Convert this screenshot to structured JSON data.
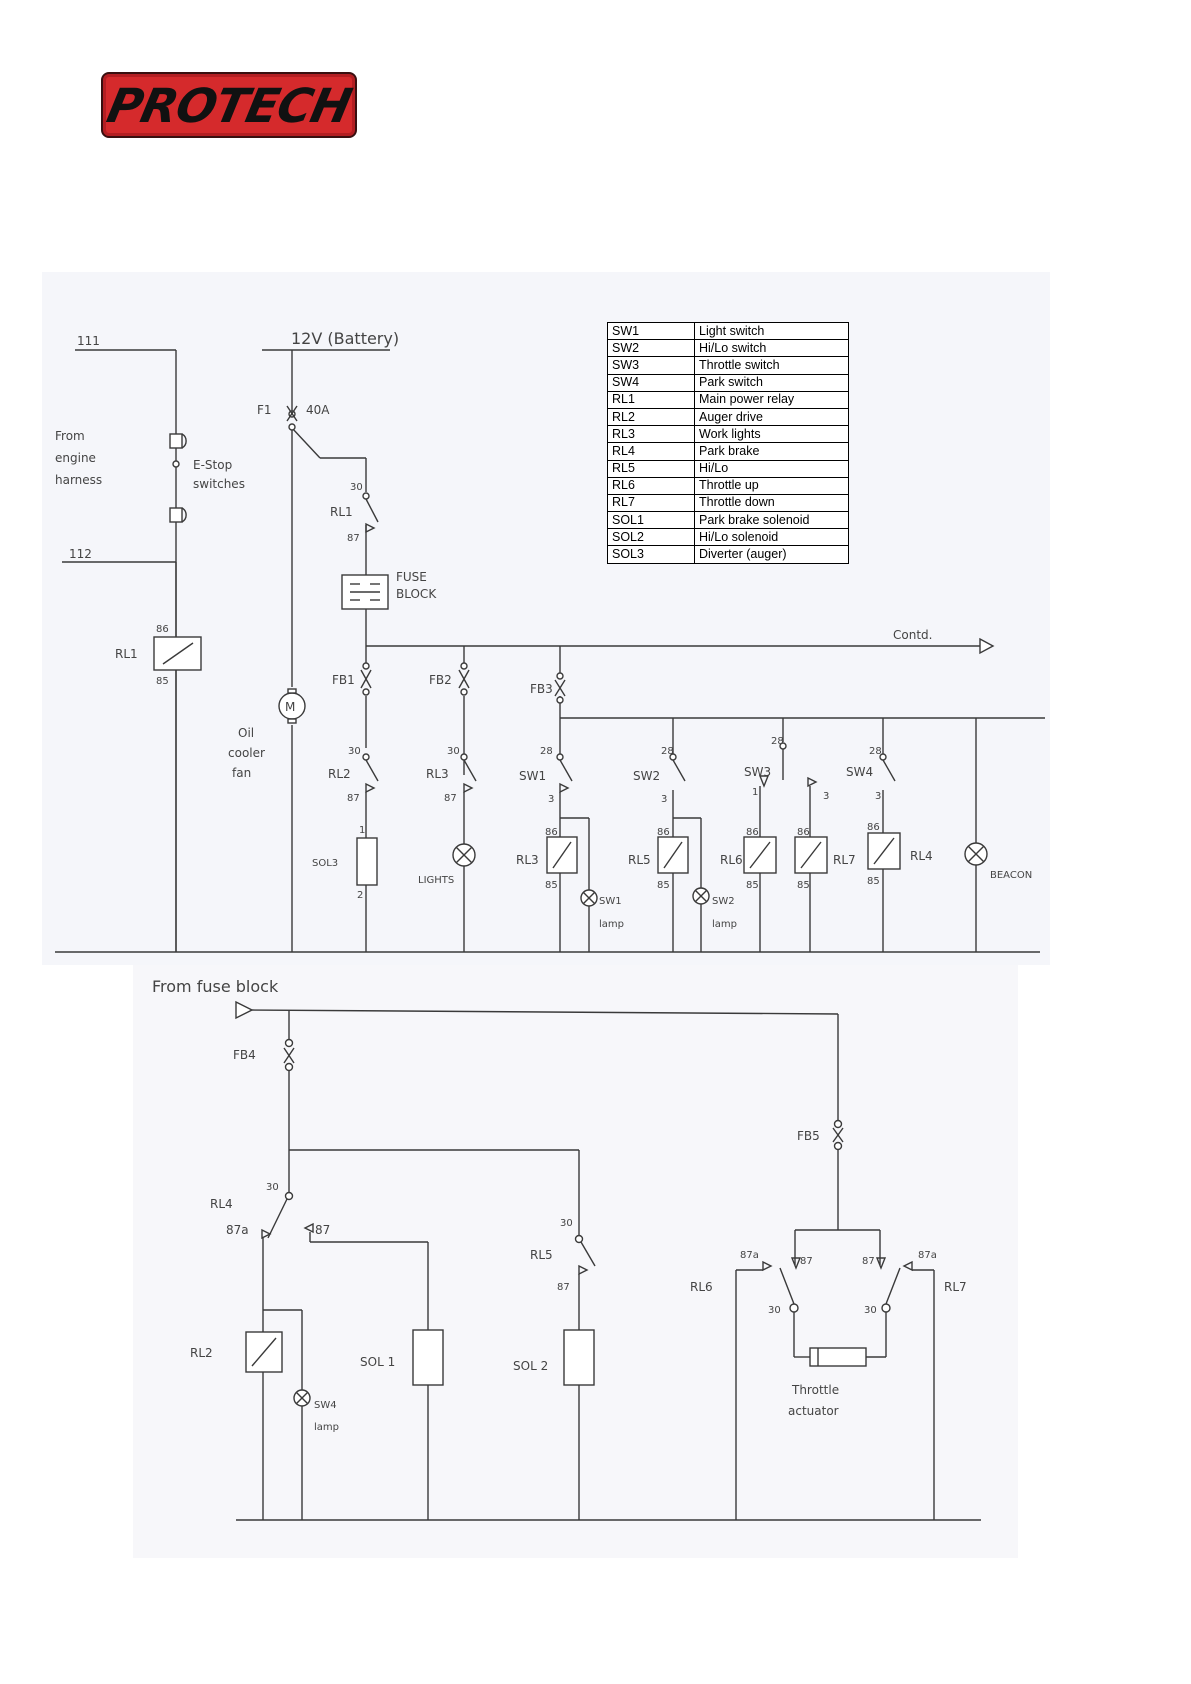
{
  "header": {
    "logo_text": "PROTECH"
  },
  "legend": {
    "rows": [
      {
        "code": "SW1",
        "desc": "Light switch"
      },
      {
        "code": "SW2",
        "desc": "Hi/Lo switch"
      },
      {
        "code": "SW3",
        "desc": "Throttle switch"
      },
      {
        "code": "SW4",
        "desc": "Park switch"
      },
      {
        "code": "RL1",
        "desc": "Main power relay"
      },
      {
        "code": "RL2",
        "desc": "Auger drive"
      },
      {
        "code": "RL3",
        "desc": "Work lights"
      },
      {
        "code": "RL4",
        "desc": "Park brake"
      },
      {
        "code": "RL5",
        "desc": "Hi/Lo"
      },
      {
        "code": "RL6",
        "desc": "Throttle up"
      },
      {
        "code": "RL7",
        "desc": "Throttle down"
      },
      {
        "code": "SOL1",
        "desc": "Park brake solenoid"
      },
      {
        "code": "SOL2",
        "desc": "Hi/Lo solenoid"
      },
      {
        "code": "SOL3",
        "desc": "Diverter (auger)"
      }
    ]
  },
  "diagram1": {
    "wire_111": "111",
    "wire_112": "112",
    "battery": "12V (Battery)",
    "f1": "F1",
    "f1_rating": "40A",
    "from_engine_harness": [
      "From",
      "engine",
      "harness"
    ],
    "estop": [
      "E-Stop",
      "switches"
    ],
    "rl1": "RL1",
    "rl1_coil_top": "86",
    "rl1_coil_bottom": "85",
    "rl1_contact_top": "30",
    "rl1_contact_bottom": "87",
    "fuse_block": [
      "FUSE",
      "BLOCK"
    ],
    "contd": "Contd.",
    "motor": "M",
    "oil_cooler_fan": [
      "Oil",
      "cooler",
      "fan"
    ],
    "fb1": "FB1",
    "fb2": "FB2",
    "fb3": "FB3",
    "rl2": "RL2",
    "rl3": "RL3",
    "sol3": "SOL3",
    "lights": "LIGHTS",
    "sw1": "SW1",
    "sw2": "SW2",
    "sw3": "SW3",
    "sw4": "SW4",
    "rl3_coil": "RL3",
    "rl5": "RL5",
    "rl6": "RL6",
    "rl7": "RL7",
    "rl4": "RL4",
    "beacon": "BEACON",
    "sw1_lamp": [
      "SW1",
      "lamp"
    ],
    "sw2_lamp": [
      "SW2",
      "lamp"
    ],
    "t30": "30",
    "t87": "87",
    "t28": "28",
    "t1": "1",
    "t2": "2",
    "t3": "3",
    "t86": "86",
    "t85": "85"
  },
  "diagram2": {
    "from_fuse_block": "From fuse block",
    "fb4": "FB4",
    "fb5": "FB5",
    "rl4": "RL4",
    "rl5": "RL5",
    "rl2": "RL2",
    "rl6": "RL6",
    "rl7": "RL7",
    "sol1": "SOL 1",
    "sol2": "SOL 2",
    "sw4_lamp": [
      "SW4",
      "lamp"
    ],
    "throttle_actuator": [
      "Throttle",
      "actuator"
    ],
    "t30": "30",
    "t87": "87",
    "t87a": "87a"
  }
}
